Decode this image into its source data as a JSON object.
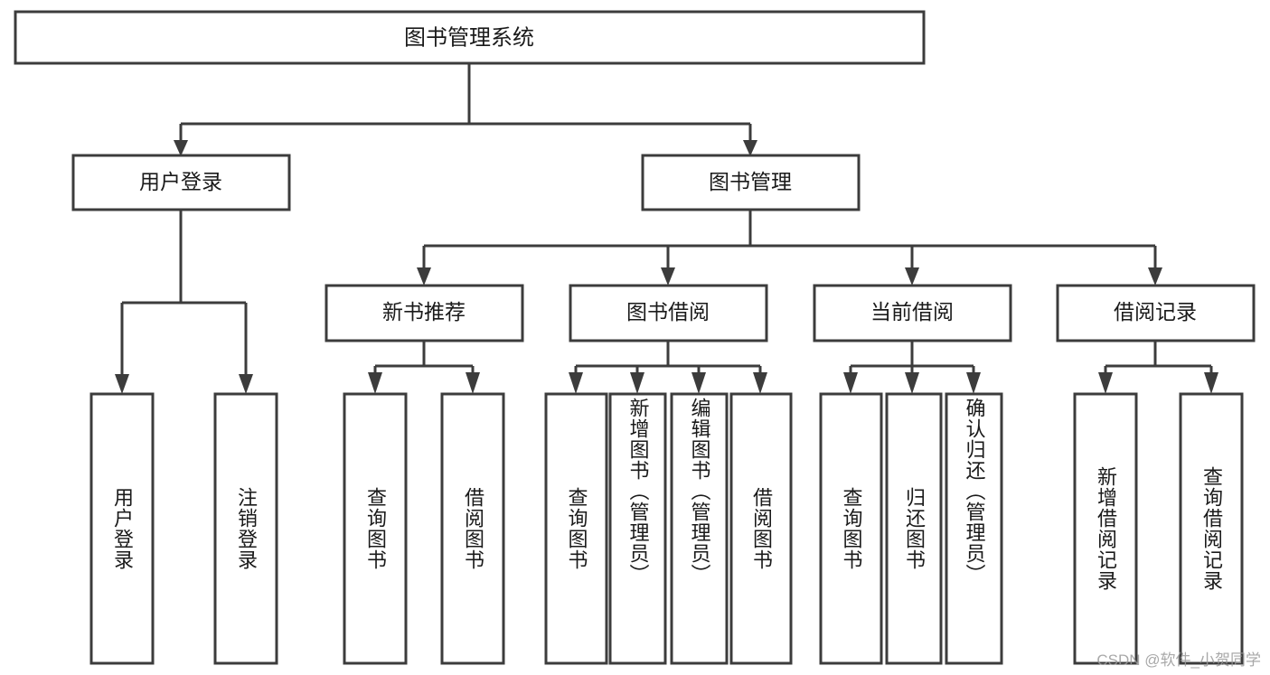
{
  "diagram": {
    "title": "图书管理系统",
    "watermark": "CSDN @软件_小贺同学",
    "type": "tree-hierarchy",
    "root": {
      "id": "root",
      "label": "图书管理系统"
    },
    "level2": [
      {
        "id": "user-login",
        "label": "用户登录"
      },
      {
        "id": "book-manage",
        "label": "图书管理"
      }
    ],
    "level3": [
      {
        "id": "new-book-recommend",
        "label": "新书推荐",
        "parent": "book-manage"
      },
      {
        "id": "book-borrow",
        "label": "图书借阅",
        "parent": "book-manage"
      },
      {
        "id": "current-borrow",
        "label": "当前借阅",
        "parent": "book-manage"
      },
      {
        "id": "borrow-record",
        "label": "借阅记录",
        "parent": "book-manage"
      }
    ],
    "leaves": [
      {
        "id": "leaf-user-login",
        "label": "用户登录",
        "parent": "user-login"
      },
      {
        "id": "leaf-user-logout",
        "label": "注销登录",
        "parent": "user-login"
      },
      {
        "id": "leaf-query-book-1",
        "label": "查询图书",
        "parent": "new-book-recommend"
      },
      {
        "id": "leaf-borrow-book-1",
        "label": "借阅图书",
        "parent": "new-book-recommend"
      },
      {
        "id": "leaf-query-book-2",
        "label": "查询图书",
        "parent": "book-borrow"
      },
      {
        "id": "leaf-add-book",
        "label": "新增图书（管理员）",
        "parent": "book-borrow"
      },
      {
        "id": "leaf-edit-book",
        "label": "编辑图书（管理员）",
        "parent": "book-borrow"
      },
      {
        "id": "leaf-borrow-book-2",
        "label": "借阅图书",
        "parent": "book-borrow"
      },
      {
        "id": "leaf-query-book-3",
        "label": "查询图书",
        "parent": "current-borrow"
      },
      {
        "id": "leaf-return-book",
        "label": "归还图书",
        "parent": "current-borrow"
      },
      {
        "id": "leaf-confirm-return",
        "label": "确认归还（管理员）",
        "parent": "current-borrow"
      },
      {
        "id": "leaf-add-record",
        "label": "新增借阅记录",
        "parent": "borrow-record"
      },
      {
        "id": "leaf-query-record",
        "label": "查询借阅记录",
        "parent": "borrow-record"
      }
    ],
    "colors": {
      "background": "#ffffff",
      "box_fill": "#ffffff",
      "box_stroke": "#3c3c3c",
      "text": "#1a1a1a",
      "watermark": "#9a9a9a"
    }
  }
}
